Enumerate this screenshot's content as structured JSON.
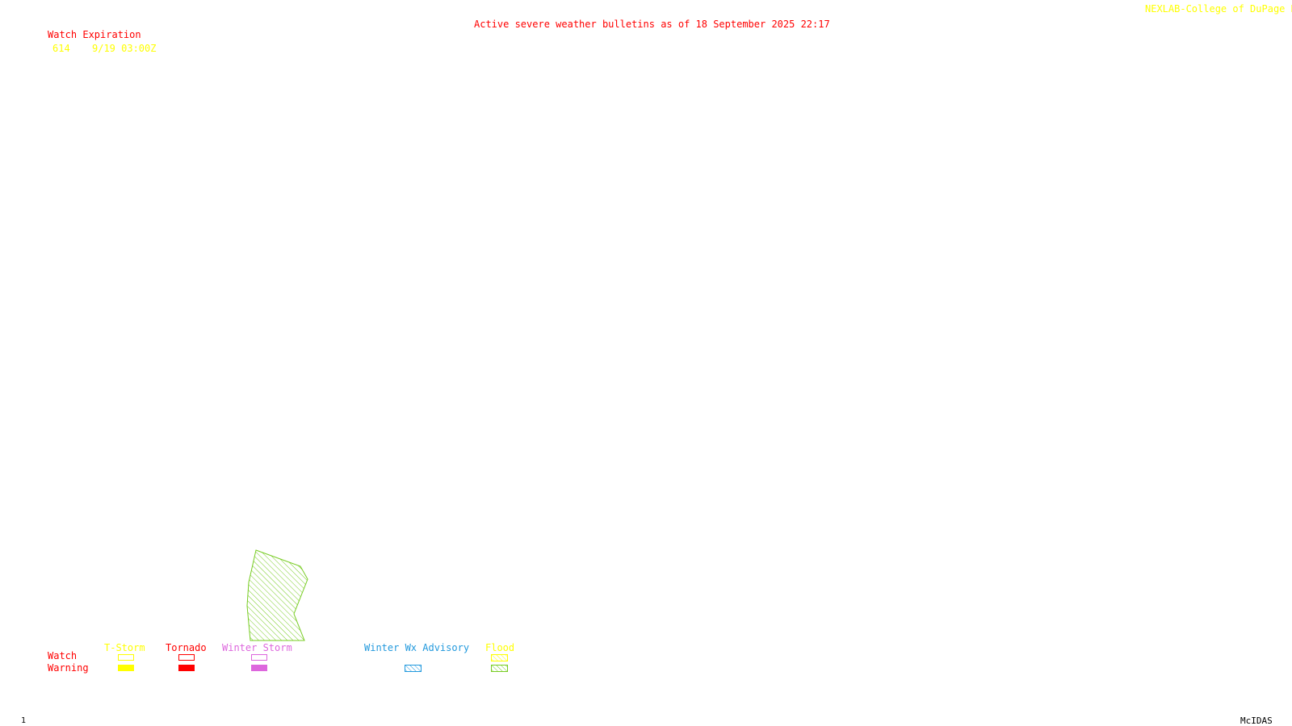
{
  "header": {
    "title": "Active severe weather bulletins as of 18 September 2025 22:17",
    "credit": "NEXLAB-College of DuPage R",
    "title_color": "#ff0000",
    "credit_color": "#ffff00"
  },
  "watch_list": {
    "heading": "Watch Expiration",
    "heading_color": "#ff0000",
    "row_color": "#ffff00",
    "rows": [
      {
        "id": "614",
        "expiration": "9/19 03:00Z"
      }
    ]
  },
  "legend": {
    "row_watch_label": "Watch",
    "row_warning_label": "Warning",
    "row_label_color": "#ff0000",
    "categories": [
      {
        "key": "tstorm",
        "label": "T-Storm",
        "color": "#ffff00",
        "watch_style": "outline",
        "warning_style": "solid"
      },
      {
        "key": "tornado",
        "label": "Tornado",
        "color": "#ff0000",
        "watch_style": "outline",
        "warning_style": "solid"
      },
      {
        "key": "winter",
        "label": "Winter Storm",
        "color": "#dd66dd",
        "watch_style": "outline",
        "warning_style": "solid"
      },
      {
        "key": "advisory",
        "label": "Winter Wx Advisory",
        "color": "#2299dd",
        "watch_style": "none",
        "warning_style": "hatch"
      },
      {
        "key": "flood",
        "label": "Flood",
        "color": "#ffff00",
        "warning_color": "#77cc22",
        "watch_style": "hatch",
        "warning_style": "hatch"
      }
    ]
  },
  "bulletins": [
    {
      "type": "flood-warning",
      "color": "#77cc22"
    }
  ],
  "footer": {
    "frame_number": "1",
    "software": "McIDAS"
  }
}
